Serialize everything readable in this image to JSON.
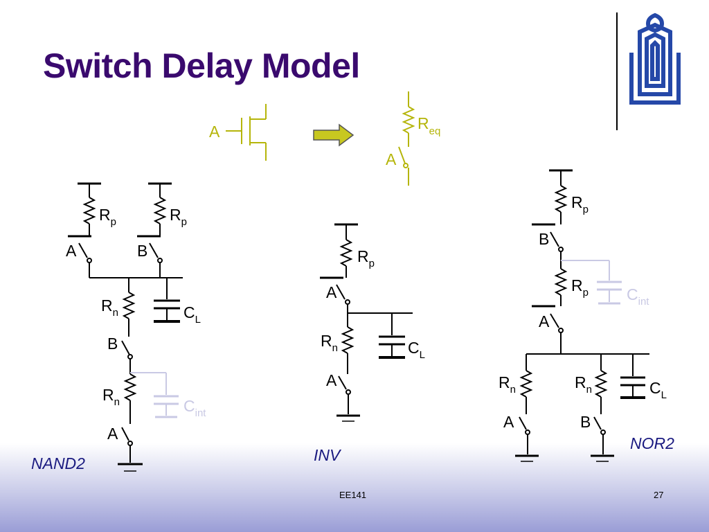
{
  "slide": {
    "title": "Switch Delay Model",
    "footer": "EE141",
    "page_number": "27"
  },
  "top_model": {
    "gate_label": "A",
    "r_main": "R",
    "r_sub": "eq",
    "switch_label": "A"
  },
  "nand2": {
    "caption": "NAND2",
    "rp_main": "R",
    "rp_sub": "p",
    "rn_main": "R",
    "rn_sub": "n",
    "cl_main": "C",
    "cl_sub": "L",
    "cint_main": "C",
    "cint_sub": "int",
    "switch_a": "A",
    "switch_b": "B"
  },
  "inv": {
    "caption": "INV",
    "rp_main": "R",
    "rp_sub": "p",
    "rn_main": "R",
    "rn_sub": "n",
    "cl_main": "C",
    "cl_sub": "L",
    "switch_a": "A"
  },
  "nor2": {
    "caption": "NOR2",
    "rp_main": "R",
    "rp_sub": "p",
    "rn_main": "R",
    "rn_sub": "n",
    "cl_main": "C",
    "cl_sub": "L",
    "cint_main": "C",
    "cint_sub": "int",
    "switch_a": "A",
    "switch_b": "B"
  },
  "colors": {
    "title": "#3a0a6e",
    "model_highlight": "#b5b50a",
    "parasitic": "#c9c9e4",
    "arrow_fill": "#c8c820",
    "caption": "#1a1a80"
  }
}
